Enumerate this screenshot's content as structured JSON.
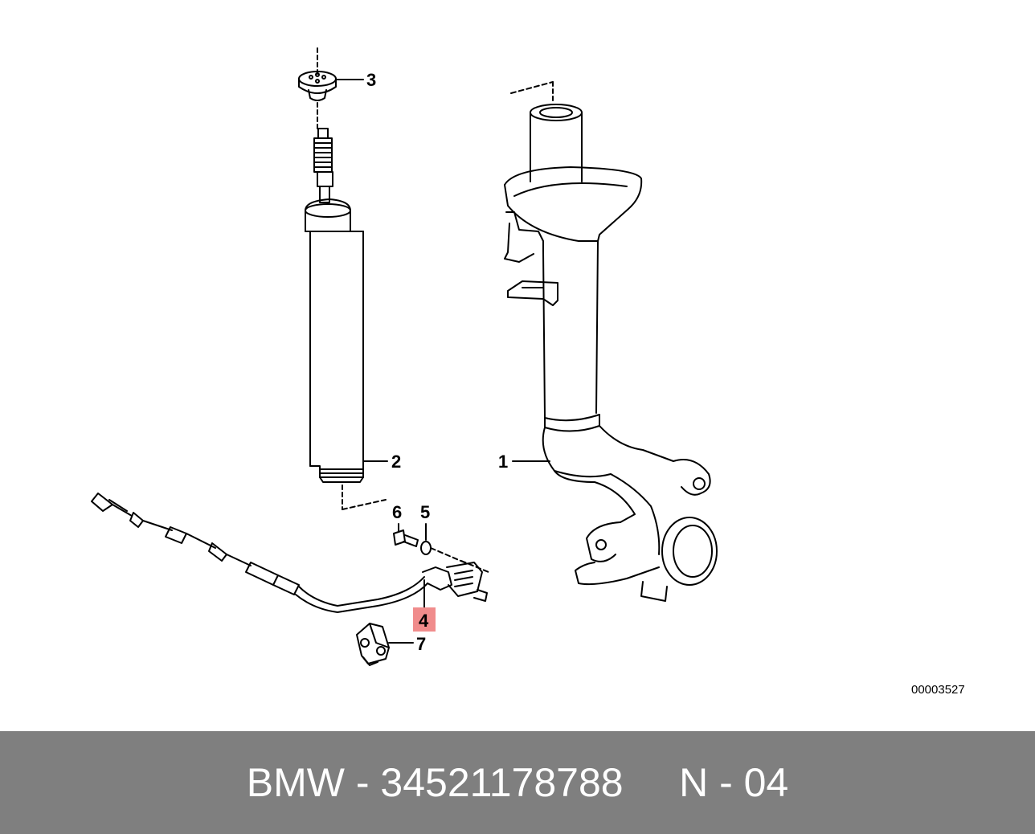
{
  "diagram": {
    "callouts": {
      "c1": "1",
      "c2": "2",
      "c3": "3",
      "c4": "4",
      "c5": "5",
      "c6": "6",
      "c7": "7"
    },
    "highlighted_callout": "4",
    "drawing_code": "00003527",
    "highlight_color": "#f08c8c"
  },
  "footer": {
    "brand": "BMW",
    "part_number": "34521178788",
    "position": "N - 04",
    "background_color": "#7f7f7f"
  }
}
